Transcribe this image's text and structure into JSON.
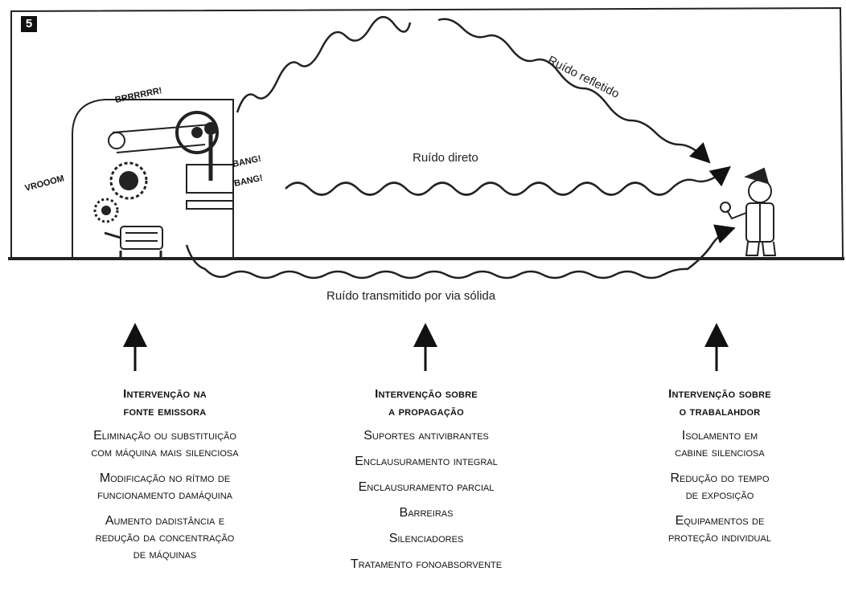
{
  "figure": {
    "badge": "5",
    "sound_effects": {
      "brrr": "BRRRRRR!",
      "vroom": "VROOOM",
      "bang1": "BANG!",
      "bang2": "BANG!"
    },
    "labels": {
      "reflected": "Ruído refletido",
      "direct": "Ruído direto",
      "solid": "Ruído transmitido por via sólida"
    }
  },
  "columns": [
    {
      "heading": [
        "Intervenção na",
        "fonte emissora"
      ],
      "items": [
        "Eliminação ou substituição\ncom máquina mais silenciosa",
        "Modificação no rítmo de\nfuncionamento damáquina",
        "Aumento dadistância e\nredução da concentração\nde máquinas"
      ]
    },
    {
      "heading": [
        "Intervenção sobre",
        "a propagação"
      ],
      "items": [
        "Suportes antivibrantes",
        "Enclausuramento integral",
        "Enclausuramento parcial",
        "Barreiras",
        "Silenciadores",
        "Tratamento fonoabsorvente"
      ]
    },
    {
      "heading": [
        "Intervenção sobre",
        "o trabalahdor"
      ],
      "items": [
        "Isolamento em\ncabine silenciosa",
        "Redução do tempo\nde exposição",
        "Equipamentos de\nproteção individual"
      ]
    }
  ]
}
